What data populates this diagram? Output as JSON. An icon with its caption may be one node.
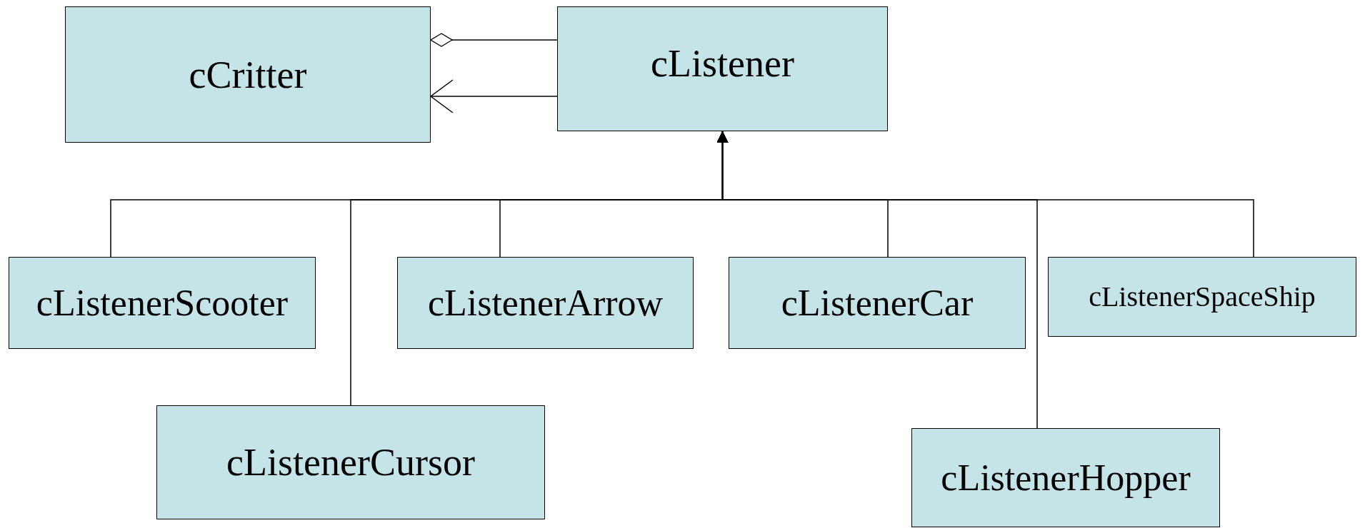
{
  "diagram": {
    "nodes": [
      {
        "text": [
          "cCritter"
        ]
      },
      {
        "text": [
          "cListener"
        ]
      },
      {
        "text": [
          "cListenerScooter"
        ]
      },
      {
        "text": [
          "cListenerArrow"
        ]
      },
      {
        "text": [
          "cListenerCar"
        ]
      },
      {
        "text": [
          "cListenerSpaceShip"
        ]
      },
      {
        "text": [
          "cListenerCursor"
        ]
      },
      {
        "text": [
          "cListenerHopper"
        ]
      }
    ],
    "edges": [
      {
        "from": 1,
        "to": 0,
        "arrow": "other"
      },
      {
        "from": 1,
        "to": 0,
        "arrow": "to"
      },
      {
        "from": 2,
        "to": 1,
        "arrow": "to"
      },
      {
        "from": 6,
        "to": 1,
        "arrow": "to"
      },
      {
        "from": 3,
        "to": 1,
        "arrow": "to"
      },
      {
        "from": 4,
        "to": 1,
        "arrow": "to"
      },
      {
        "from": 7,
        "to": 1,
        "arrow": "to"
      },
      {
        "from": 5,
        "to": 1,
        "arrow": "to"
      }
    ]
  }
}
